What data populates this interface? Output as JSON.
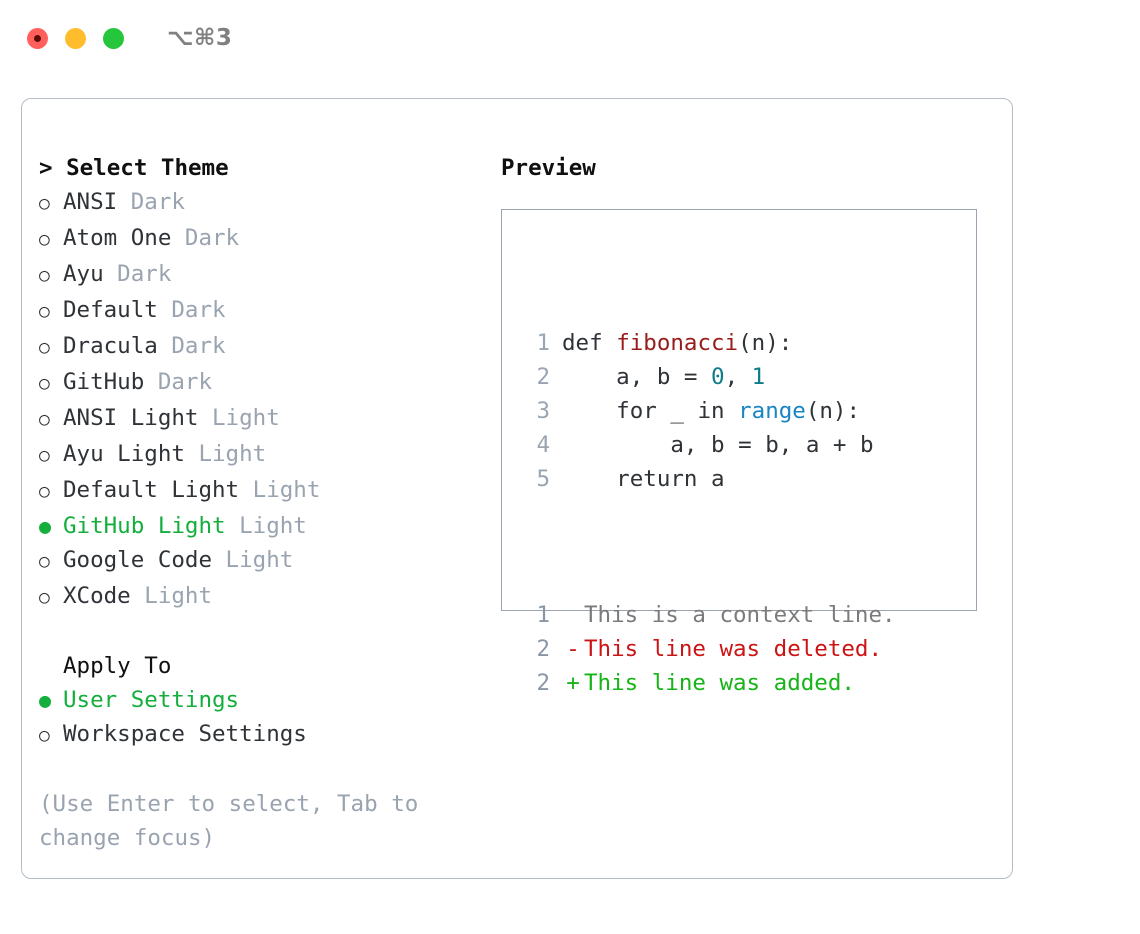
{
  "titlebar": {
    "shortcut": "⌥⌘3",
    "traffic_lights": [
      {
        "name": "close-button",
        "color": "#ff605c"
      },
      {
        "name": "minimize-button",
        "color": "#ffbd2e"
      },
      {
        "name": "maximize-button",
        "color": "#25c63c"
      }
    ]
  },
  "theme_picker": {
    "heading": "> Select Theme",
    "marker_selected": "●",
    "marker_unselected": "○",
    "selected_color": "#14ae3c",
    "suffix_color": "#9aa3b0",
    "options": [
      {
        "label": "ANSI",
        "suffix": " Dark",
        "selected": false
      },
      {
        "label": "Atom One",
        "suffix": " Dark",
        "selected": false
      },
      {
        "label": "Ayu",
        "suffix": " Dark",
        "selected": false
      },
      {
        "label": "Default",
        "suffix": " Dark",
        "selected": false
      },
      {
        "label": "Dracula",
        "suffix": " Dark",
        "selected": false
      },
      {
        "label": "GitHub",
        "suffix": " Dark",
        "selected": false
      },
      {
        "label": "ANSI Light",
        "suffix": " Light",
        "selected": false
      },
      {
        "label": "Ayu Light",
        "suffix": " Light",
        "selected": false
      },
      {
        "label": "Default Light",
        "suffix": " Light",
        "selected": false
      },
      {
        "label": "GitHub Light",
        "suffix": " Light",
        "selected": true
      },
      {
        "label": "Google Code",
        "suffix": " Light",
        "selected": false
      },
      {
        "label": "XCode",
        "suffix": " Light",
        "selected": false
      }
    ]
  },
  "apply_to": {
    "heading": "Apply To",
    "options": [
      {
        "label": "User Settings",
        "selected": true
      },
      {
        "label": "Workspace Settings",
        "selected": false
      }
    ]
  },
  "hint": "(Use Enter to select, Tab to change focus)",
  "preview": {
    "title": "Preview",
    "code_lines": [
      {
        "no": "1",
        "tokens": [
          {
            "t": "def ",
            "c": "plain"
          },
          {
            "t": "fibonacci",
            "c": "func"
          },
          {
            "t": "(n):",
            "c": "plain"
          }
        ]
      },
      {
        "no": "2",
        "tokens": [
          {
            "t": "    a, b = ",
            "c": "plain"
          },
          {
            "t": "0",
            "c": "num"
          },
          {
            "t": ", ",
            "c": "plain"
          },
          {
            "t": "1",
            "c": "num"
          }
        ]
      },
      {
        "no": "3",
        "tokens": [
          {
            "t": "    for _ in ",
            "c": "plain"
          },
          {
            "t": "range",
            "c": "builtin"
          },
          {
            "t": "(n):",
            "c": "plain"
          }
        ]
      },
      {
        "no": "4",
        "tokens": [
          {
            "t": "        a, b = b, a + b",
            "c": "plain"
          }
        ]
      },
      {
        "no": "5",
        "tokens": [
          {
            "t": "    return a",
            "c": "plain"
          }
        ]
      }
    ],
    "diff_lines": [
      {
        "no": "1",
        "sign": " ",
        "text": "This is a context line.",
        "kind": "ctx"
      },
      {
        "no": "2",
        "sign": "-",
        "text": "This line was deleted.",
        "kind": "del"
      },
      {
        "no": "2",
        "sign": "+",
        "text": "This line was added.",
        "kind": "add"
      }
    ],
    "colors": {
      "function": "#9a1b1b",
      "number": "#0e7c86",
      "builtin": "#1a85c4",
      "diff_added": "#17b417",
      "diff_deleted": "#cc1414",
      "diff_context": "#7b7b7b",
      "line_number": "#9aa5b1"
    }
  }
}
